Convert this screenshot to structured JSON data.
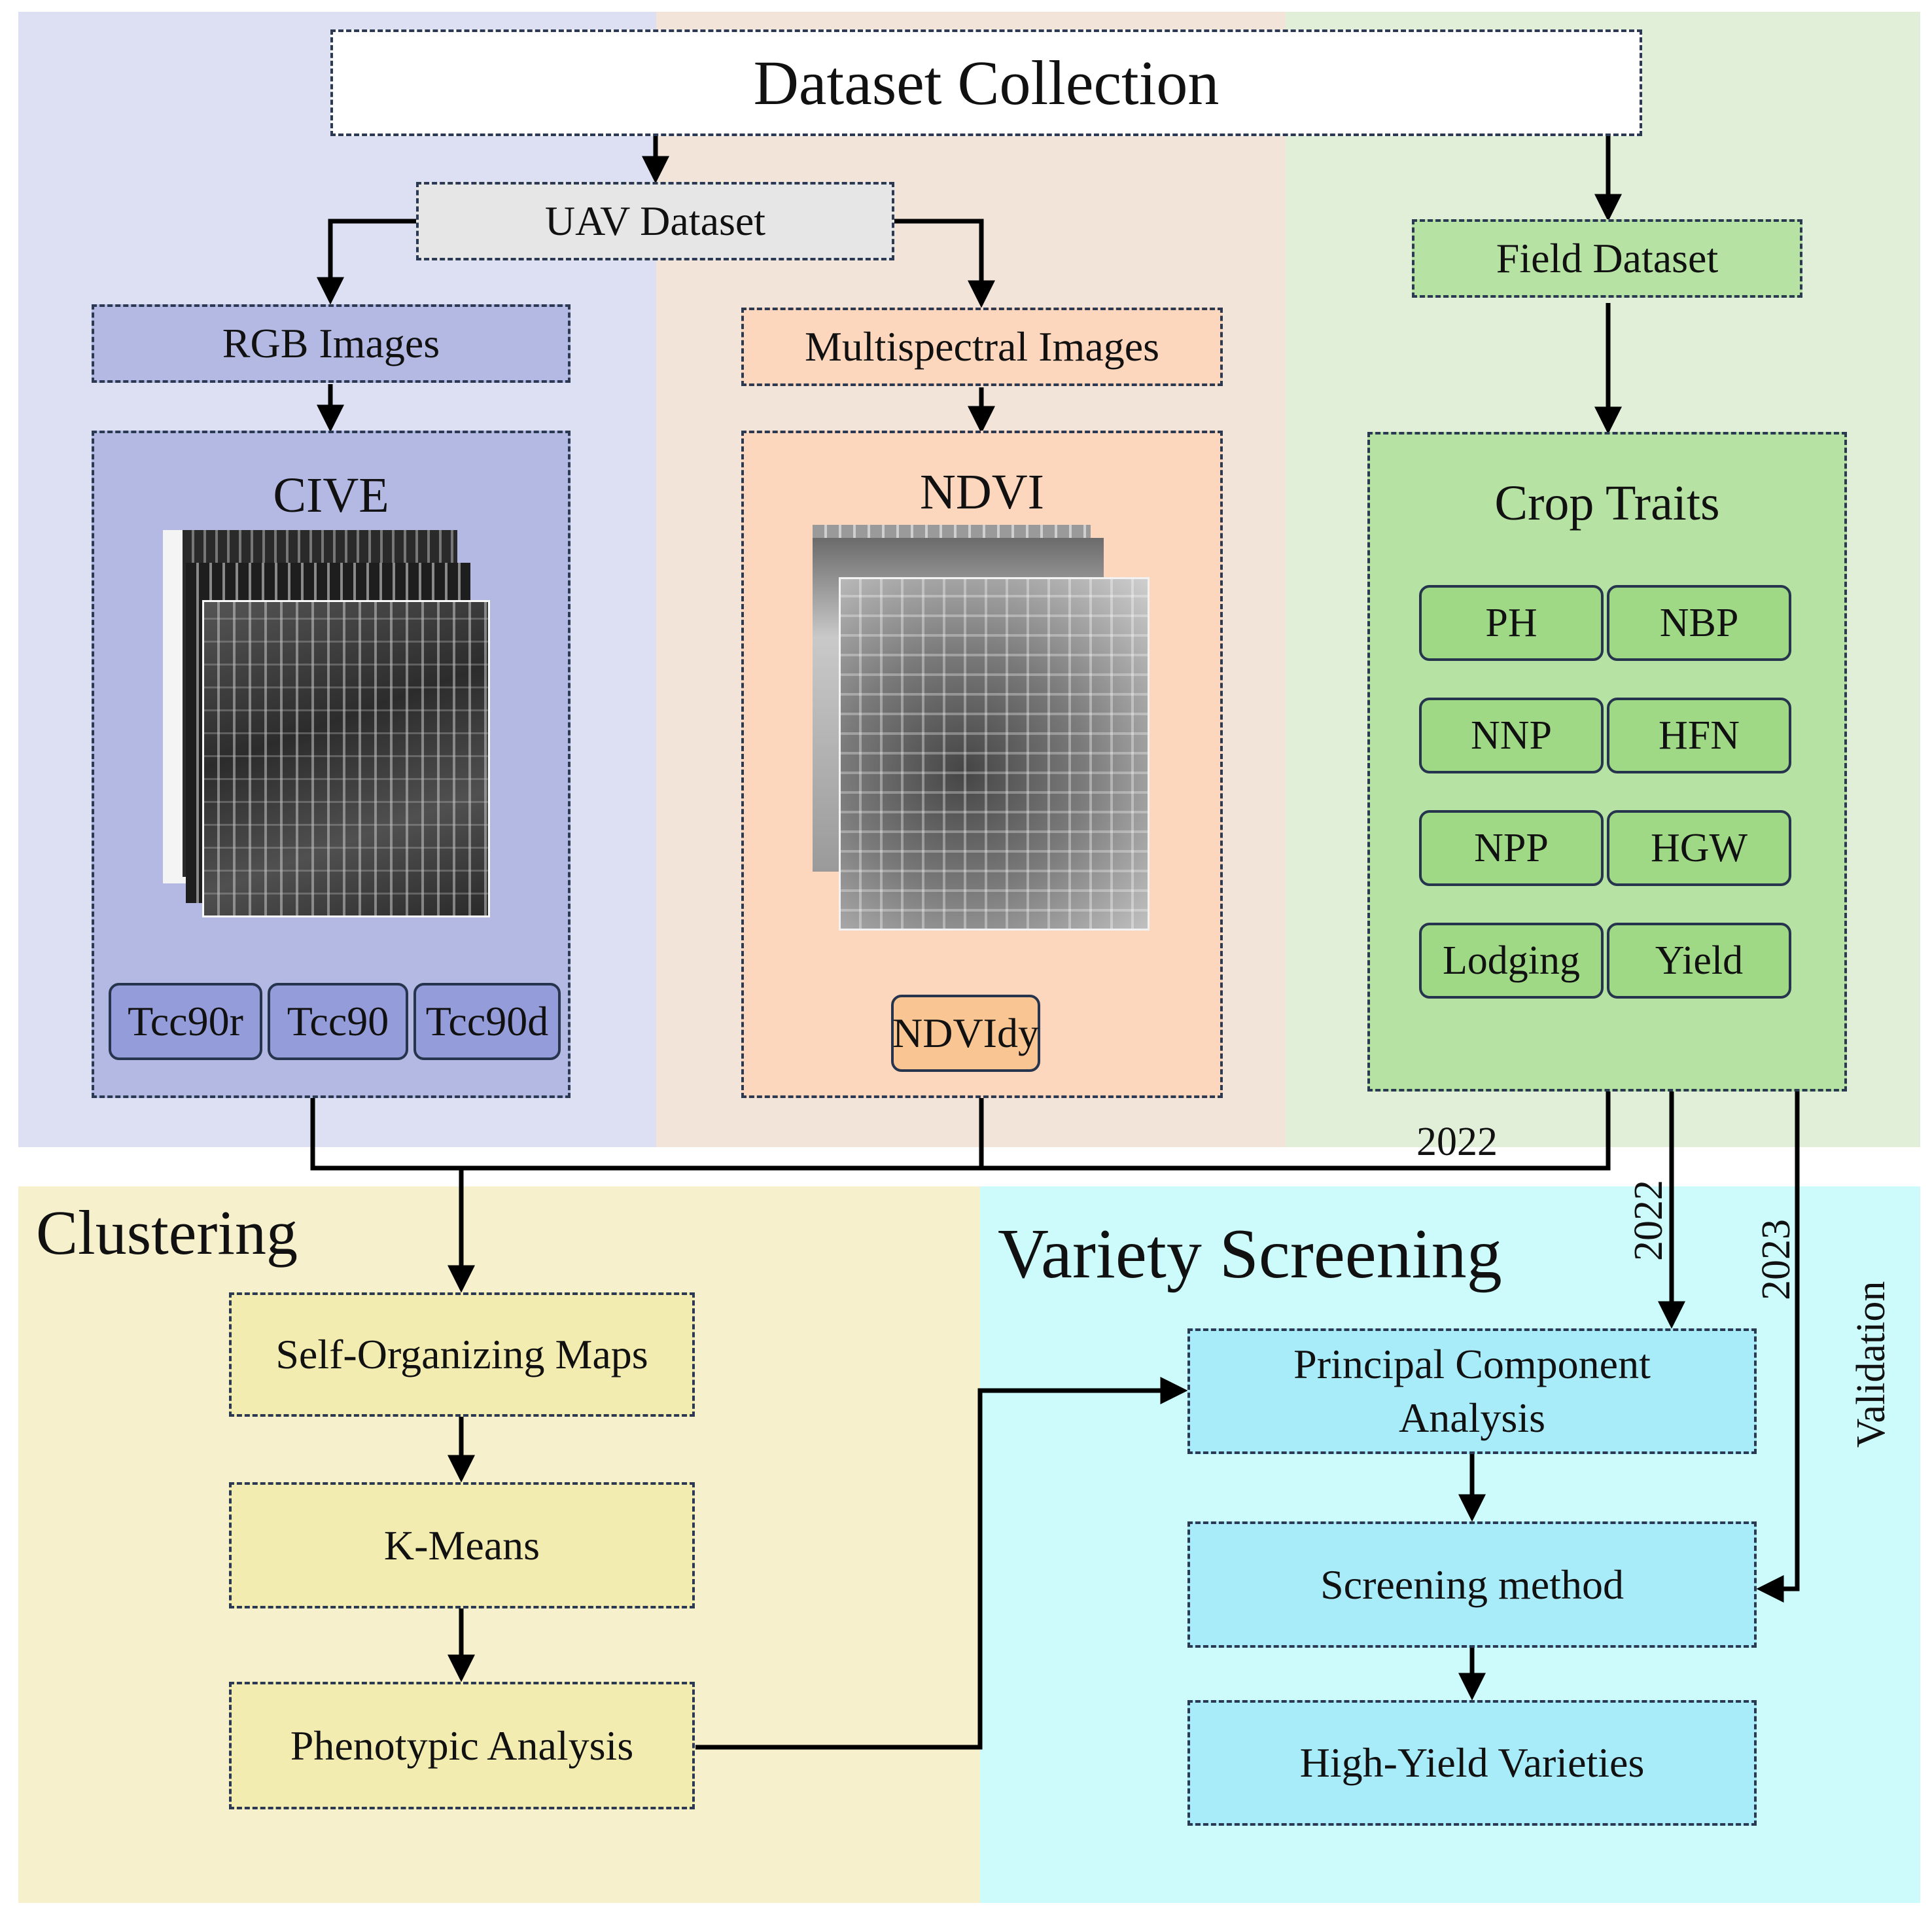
{
  "title": "Dataset Collection",
  "uav_dataset": "UAV Dataset",
  "field_dataset": "Field Dataset",
  "rgb_images": "RGB Images",
  "multispectral_images": "Multispectral Images",
  "cive": {
    "title": "CIVE",
    "indices": [
      "Tcc90r",
      "Tcc90",
      "Tcc90d"
    ]
  },
  "ndvi": {
    "title": "NDVI",
    "index": "NDVIdy"
  },
  "crop_traits": {
    "title": "Crop Traits",
    "traits": [
      "PH",
      "NBP",
      "NNP",
      "HFN",
      "NPP",
      "HGW",
      "Lodging",
      "Yield"
    ]
  },
  "clustering": {
    "title": "Clustering",
    "steps": [
      "Self-Organizing Maps",
      "K-Means",
      "Phenotypic Analysis"
    ]
  },
  "variety_screening": {
    "title": "Variety Screening",
    "pca": "Principal Component Analysis",
    "screening_method": "Screening method",
    "high_yield": "High-Yield Varieties"
  },
  "edge_labels": {
    "year_2022_a": "2022",
    "year_2022_b": "2022",
    "year_2023": "2023",
    "validation": "Validation"
  },
  "colors": {
    "blue_region": "#dde0f2",
    "peach_region": "#f2e4d8",
    "green_region": "#e1efd8",
    "yellow_region": "#f6f0cd",
    "cyan_region": "#cdfbfb",
    "blue_box": "#b3b9e2",
    "blue_pill": "#949dda",
    "peach_box": "#fdd7bd",
    "peach_pill": "#f9c592",
    "green_box": "#b6e2a3",
    "green_pill": "#9fd986",
    "yellow_box": "#f2ecb0",
    "cyan_box": "#a8ebf9"
  }
}
